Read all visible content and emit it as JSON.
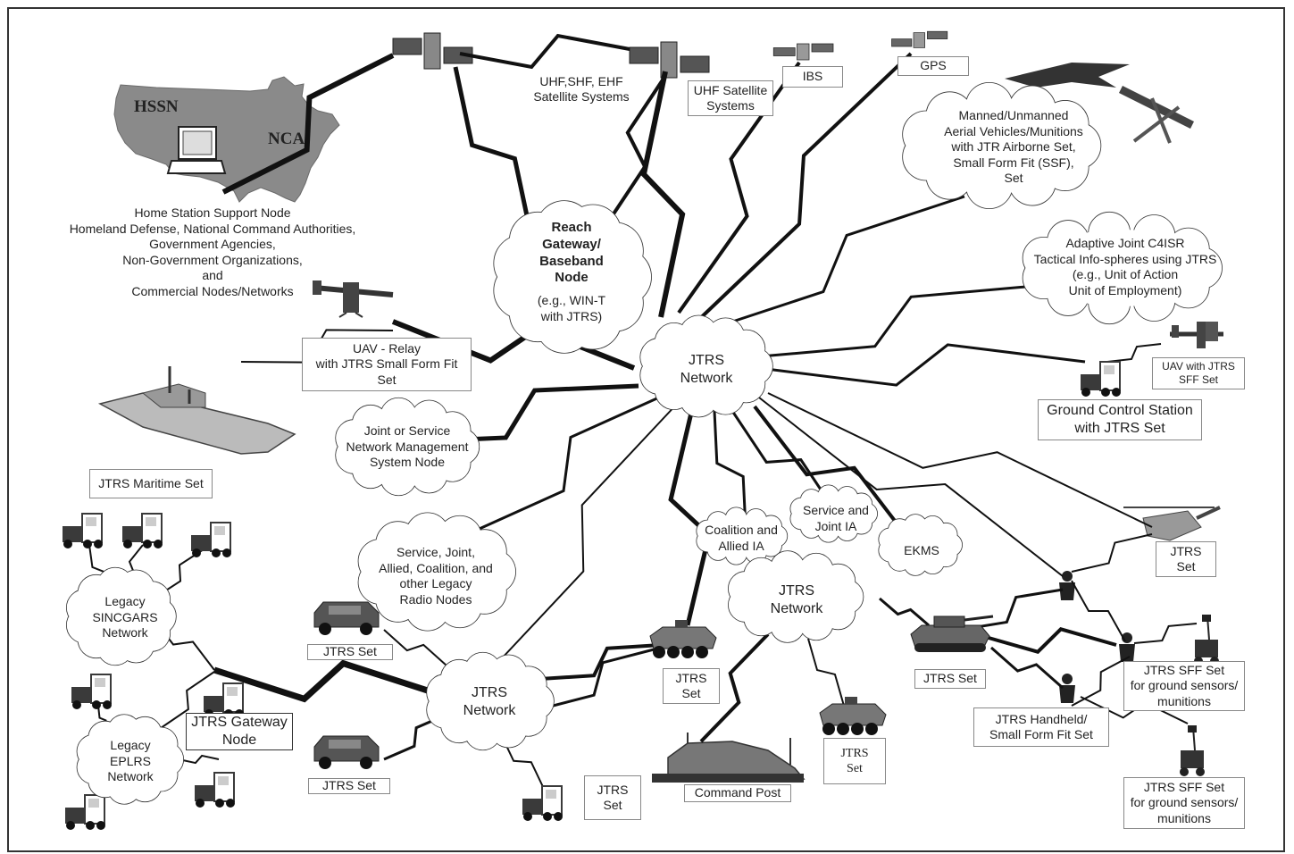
{
  "labels": {
    "hssn": "HSSN",
    "nca": "NCA",
    "home_station": "Home Station Support Node\nHomeland Defense, National Command Authorities,\nGovernment Agencies,\nNon-Government Organizations,\nand\nCommercial Nodes/Networks",
    "sat_systems": "UHF,SHF, EHF\nSatellite Systems",
    "uhf_sat": "UHF Satellite\nSystems",
    "ibs": "IBS",
    "gps": "GPS",
    "uav_munitions": "Manned/Unmanned\nAerial Vehicles/Munitions\nwith JTR Airborne Set,\nSmall Form Fit (SSF),\nSet",
    "reach_gateway": "Reach\nGateway/\nBaseband\nNode",
    "reach_gateway_sub": "(e.g., WIN-T\nwith JTRS)",
    "c4isr": "Adaptive Joint C4ISR\nTactical Info-spheres using JTRS\n(e.g., Unit of Action\nUnit of Employment)",
    "jtrs_network_center": "JTRS\nNetwork",
    "uav_relay": "UAV - Relay\nwith JTRS Small Form Fit\nSet",
    "uav_jtrs_sff": "UAV with JTRS\nSFF Set",
    "ground_control": "Ground Control Station\nwith JTRS Set",
    "joint_service_nms": "Joint or Service\nNetwork Management\nSystem Node",
    "maritime_set": "JTRS Maritime Set",
    "legacy_radio": "Service, Joint,\nAllied, Coalition, and\nother  Legacy\nRadio Nodes",
    "coalition_ia": "Coalition and\nAllied IA",
    "service_joint_ia": "Service and\nJoint IA",
    "ekms": "EKMS",
    "jtrs_set_heli": "JTRS\nSet",
    "legacy_sincgars": "Legacy\nSINCGARS\nNetwork",
    "jtrs_set_humvee_top": "JTRS Set",
    "jtrs_network_lower_mid": "JTRS\nNetwork",
    "jtrs_network_bottom": "JTRS\nNetwork",
    "jtrs_set_apc": "JTRS\nSet",
    "jtrs_set_tank": "JTRS Set",
    "sff_ground_1": "JTRS SFF Set\nfor ground sensors/\nmunitions",
    "jtrs_gateway_node": "JTRS Gateway\nNode",
    "legacy_eplrs": "Legacy\nEPLRS\nNetwork",
    "jtrs_set_humvee_bottom": "JTRS Set",
    "jtrs_set_truck_bottom": "JTRS\nSet",
    "command_post": "Command Post",
    "jtrs_set_cp_vehicle": "JTRS\nSet",
    "handheld_sff": "JTRS Handheld/\nSmall Form Fit Set",
    "sff_ground_2": "JTRS SFF Set\nfor ground sensors/\nmunitions"
  },
  "colors": {
    "line": "#111111",
    "map_fill": "#8a8a8a",
    "cloud_stroke": "#333333",
    "cloud_fill": "#ffffff",
    "box_border": "#888888",
    "vehicle": "#3a3a3a"
  }
}
